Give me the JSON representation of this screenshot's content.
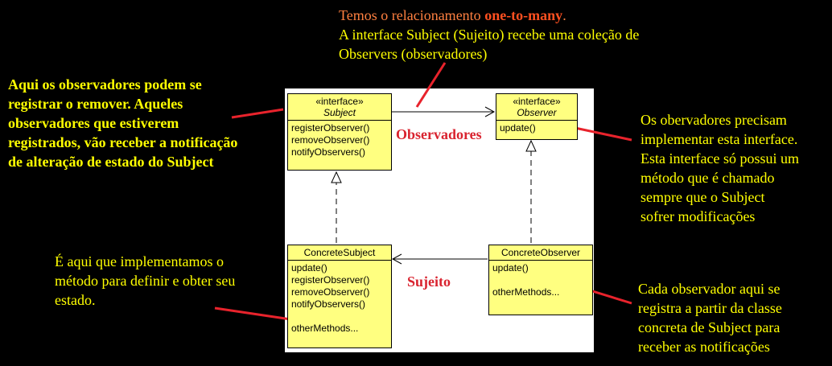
{
  "notes": {
    "top": {
      "prefix": "Temos o relacionamento ",
      "highlight": "one-to-many",
      "suffix": ".",
      "line2": "A interface Subject (Sujeito) recebe uma coleção de",
      "line3": "Observers (observadores)"
    },
    "left": [
      "Aqui os observadores podem se",
      "registrar o remover. Aqueles",
      "observadores que estiverem",
      "registrados, vão receber a notificação",
      "de alteração de estado do Subject"
    ],
    "right": [
      "Os obervadores precisam",
      "implementar esta interface.",
      "Esta interface só possui um",
      "método que é chamado",
      "sempre que o Subject",
      "sofrer modificações"
    ],
    "bottom_left": [
      "É aqui que implementamos o",
      "método para definir e obter seu",
      "estado."
    ],
    "bottom_right": [
      "Cada observador aqui se",
      "registra a partir da classe",
      "concreta de Subject para",
      "receber as notificações"
    ]
  },
  "classes": {
    "subject": {
      "stereotype": "«interface»",
      "name": "Subject",
      "methods": [
        "registerObserver()",
        "removeObserver()",
        "notifyObservers()"
      ]
    },
    "observer": {
      "stereotype": "«interface»",
      "name": "Observer",
      "methods": [
        "update()"
      ]
    },
    "concrete_subject": {
      "name": "ConcreteSubject",
      "methods": [
        "update()",
        "registerObserver()",
        "removeObserver()",
        "notifyObservers()"
      ],
      "other": "otherMethods..."
    },
    "concrete_observer": {
      "name": "ConcreteObserver",
      "methods": [
        "update()"
      ],
      "other": "otherMethods..."
    }
  },
  "labels": {
    "observadores": "Observadores",
    "sujeito": "Sujeito"
  },
  "colors": {
    "top_note": "#ff8040",
    "left_note": "#ffff00",
    "right_note": "#ffff00",
    "bottom_note": "#ffff00",
    "pointer": "#e8232c",
    "class_fill": "#ffff80",
    "label_red": "#d9232f"
  }
}
